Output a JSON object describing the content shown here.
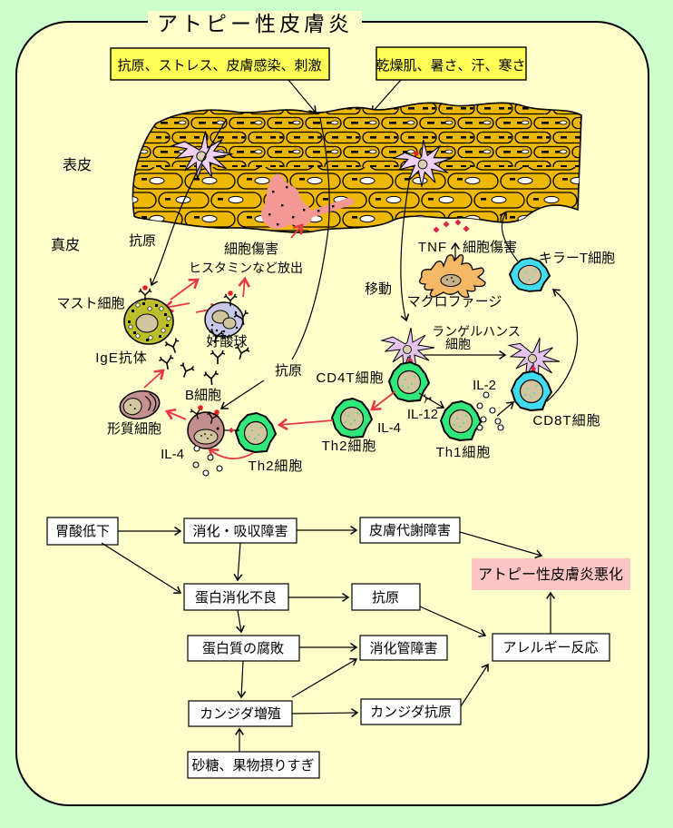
{
  "title": "アトピー性皮膚炎",
  "trigger_box_left": "抗原、ストレス、皮膚感染、刺激",
  "trigger_box_right": "乾燥肌、暑さ、汗、寒さ",
  "diagram": {
    "epidermis": "表皮",
    "dermis": "真皮",
    "antigen_left": "抗原",
    "antigen_mid": "抗原",
    "cell_damage_left": "細胞傷害",
    "histamine_release": "ヒスタミンなど放出",
    "mast_cell": "マスト細胞",
    "eosinophil": "好酸球",
    "ige_antibody": "IgE抗体",
    "tnf": "TNF",
    "cell_damage_right": "細胞傷害",
    "killer_t_cell": "キラーT細胞",
    "migration": "移動",
    "macrophage": "マクロファージ",
    "langerhans_line1": "ランゲルハンス",
    "langerhans_line2": "細胞",
    "cd4_t_cell": "CD4T細胞",
    "il_2": "IL-2",
    "cd8_t_cell": "CD8T細胞",
    "il_12": "IL-12",
    "il_4_right": "IL-4",
    "th1_cell": "Th1細胞",
    "th2_cell_right": "Th2細胞",
    "th2_cell_left": "Th2細胞",
    "b_cell": "B細胞",
    "plasma_cell": "形質細胞",
    "il_4_left": "IL-4"
  },
  "flowchart": {
    "gastric_acid_low": "胃酸低下",
    "digestion_absorption_disorder": "消化・吸収障害",
    "skin_metabolism_disorder": "皮膚代謝障害",
    "protein_indigestion": "蛋白消化不良",
    "antigen": "抗原",
    "ad_worsening": "アトピー性皮膚炎悪化",
    "protein_putrefaction": "蛋白質の腐敗",
    "gi_tract_disorder": "消化管障害",
    "allergic_reaction": "アレルギー反応",
    "candida_overgrowth": "カンジダ増殖",
    "candida_antigen": "カンジダ抗原",
    "sugar_fruit_excess": "砂糖、果物摂りすぎ"
  },
  "colors": {
    "background_outer": "#ccffcc",
    "panel": "#ffffcc",
    "trigger_box": "#ffff55",
    "worsening_box": "#ffc4c4",
    "skin_cell": "#eeb800",
    "damage": "#f49896",
    "red_arrow": "#e8364a",
    "green_cell": "#30e87a",
    "cyan_cell": "#40dcf0",
    "mast_cell_body": "#bcbe2a",
    "eosinophil_body": "#c8c8e8",
    "b_cell_body": "#c48e8e",
    "plasma_cell_body": "#c49090",
    "macrophage_body": "#f5b966",
    "langerhans_body": "#e6c4f0",
    "nucleus": "#d2c69e"
  }
}
